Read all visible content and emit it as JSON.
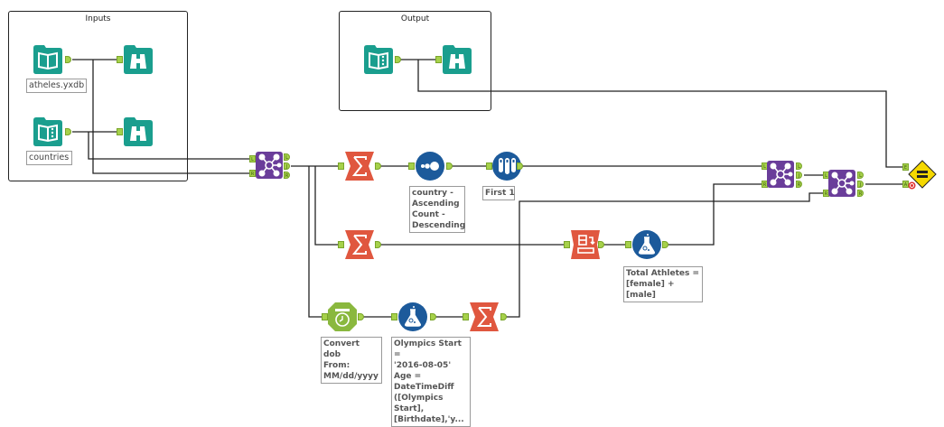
{
  "containers": {
    "inputs": {
      "title": "Inputs"
    },
    "output": {
      "title": "Output"
    }
  },
  "tools": {
    "input_athletes": {
      "type": "input-data",
      "icon": "book-icon",
      "annotation": "atheles.yxdb",
      "color": "#1a9e8e"
    },
    "browse_athletes": {
      "type": "browse",
      "icon": "binoculars-icon",
      "color": "#1a9e8e"
    },
    "input_countries": {
      "type": "input-data",
      "icon": "book-icon",
      "annotation": "countries",
      "color": "#1a9e8e"
    },
    "browse_countries": {
      "type": "browse",
      "icon": "binoculars-icon",
      "color": "#1a9e8e"
    },
    "output_data": {
      "type": "output-data",
      "icon": "book-icon",
      "color": "#1a9e8e"
    },
    "output_browse": {
      "type": "browse",
      "icon": "binoculars-icon",
      "color": "#1a9e8e"
    },
    "join_1": {
      "type": "join",
      "icon": "join-icon",
      "color": "#6a3d9a",
      "anchors_in": [
        "L",
        "R"
      ],
      "anchors_out": [
        "L",
        "J",
        "R"
      ]
    },
    "summarize_1": {
      "type": "summarize",
      "icon": "sigma-icon",
      "color": "#e0573f"
    },
    "sort_1": {
      "type": "sort",
      "icon": "sort-icon",
      "color": "#1c5a9b",
      "annotation": "country -\nAscending\nCount -\nDescending"
    },
    "sample_1": {
      "type": "sample",
      "icon": "sample-icon",
      "color": "#1c5a9b",
      "annotation": "First 1"
    },
    "summarize_2": {
      "type": "summarize",
      "icon": "sigma-icon",
      "color": "#e0573f"
    },
    "crosstab_1": {
      "type": "cross-tab",
      "icon": "crosstab-icon",
      "color": "#e0573f"
    },
    "formula_total": {
      "type": "formula",
      "icon": "flask-icon",
      "color": "#1c5a9b",
      "annotation": "Total Athletes =\n[female] + [male]"
    },
    "datetime_1": {
      "type": "datetime",
      "icon": "clock-icon",
      "color": "#8ab83e",
      "annotation": "Convert dob\nFrom:\nMM/dd/yyyy"
    },
    "formula_age": {
      "type": "formula",
      "icon": "flask-icon",
      "color": "#1c5a9b",
      "annotation": "Olympics Start =\n'2016-08-05'\nAge =\nDateTimeDiff\n([Olympics Start],\n[Birthdate],'y..."
    },
    "summarize_3": {
      "type": "summarize",
      "icon": "sigma-icon",
      "color": "#e0573f"
    },
    "join_2": {
      "type": "join",
      "icon": "join-icon",
      "color": "#6a3d9a",
      "anchors_in": [
        "L",
        "R"
      ],
      "anchors_out": [
        "L",
        "J",
        "R"
      ]
    },
    "join_3": {
      "type": "join",
      "icon": "join-icon",
      "color": "#6a3d9a",
      "anchors_in": [
        "L",
        "R"
      ],
      "anchors_out": [
        "L",
        "J",
        "R"
      ]
    },
    "test_1": {
      "type": "test",
      "icon": "test-icon",
      "color": "#f5d800",
      "anchors_in": [
        "E",
        "A"
      ],
      "error": true
    }
  },
  "anchor_labels": {
    "L": "L",
    "R": "R",
    "J": "J",
    "E": "E",
    "A": "A"
  }
}
